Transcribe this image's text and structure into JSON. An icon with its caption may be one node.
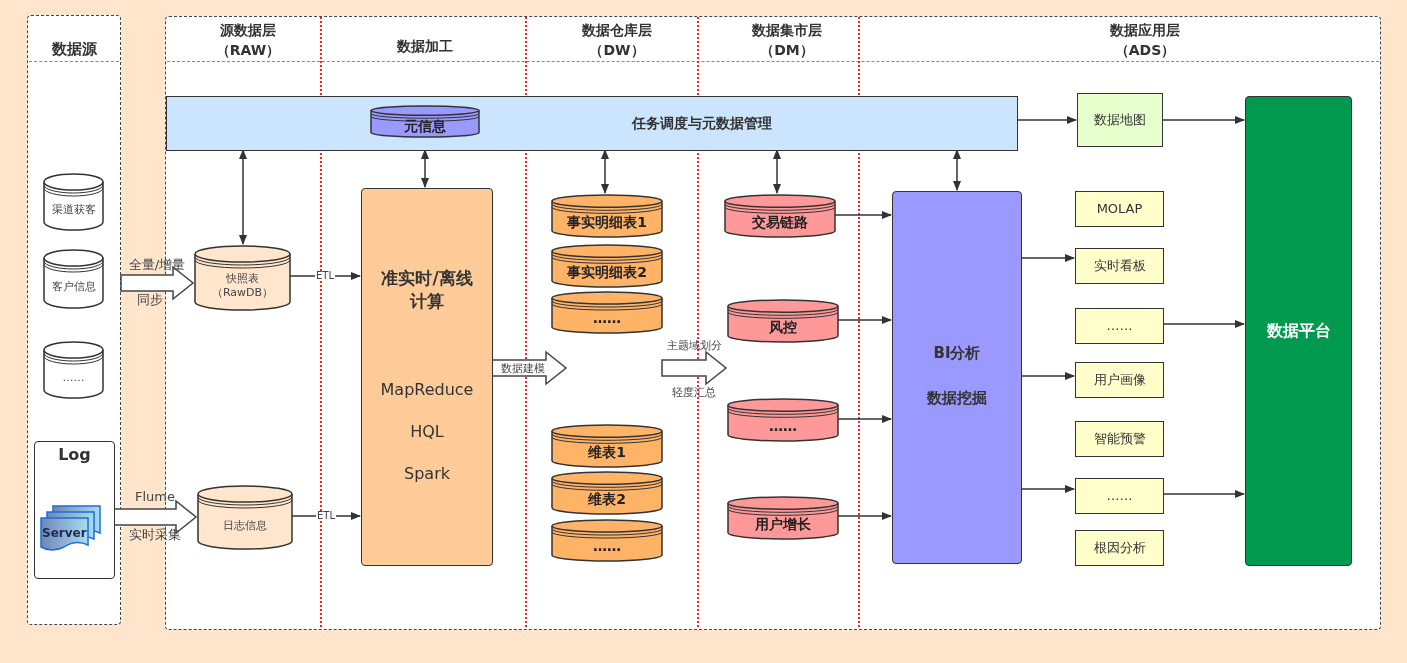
{
  "diagram": {
    "nodes": [
      {
        "text": [
          "数据源"
        ]
      },
      {
        "text": [],
        "shape": "box"
      },
      {
        "text": [
          "任务调度与元数据管理"
        ],
        "in": 1
      },
      {
        "text": [
          "元信息"
        ],
        "in": 2
      },
      {
        "text": [
          "渠道获客"
        ],
        "in": 0
      },
      {
        "text": [
          "客户信息"
        ],
        "in": 0
      },
      {
        "text": [
          "……"
        ],
        "in": 0
      },
      {
        "text": [
          "Log"
        ],
        "in": 0
      },
      {
        "text": [
          "Server"
        ],
        "in": 7
      },
      {
        "text": [
          "快照表（RawDB）"
        ],
        "in": 1
      },
      {
        "text": [
          "日志信息"
        ],
        "in": 1
      },
      {
        "text": [
          "准实时/离线计算",
          "MapReduce",
          "HQL",
          "Spark"
        ],
        "in": 1
      },
      {
        "text": [
          "事实明细表1"
        ],
        "in": 1
      },
      {
        "text": [
          "事实明细表2"
        ],
        "in": 1
      },
      {
        "text": [
          "……"
        ],
        "in": 1
      },
      {
        "text": [
          "维表1"
        ],
        "in": 1
      },
      {
        "text": [
          "维表2"
        ],
        "in": 1
      },
      {
        "text": [
          "……"
        ],
        "in": 1
      },
      {
        "text": [
          "交易链路"
        ],
        "in": 1
      },
      {
        "text": [
          "风控"
        ],
        "in": 1
      },
      {
        "text": [
          "……"
        ],
        "in": 1
      },
      {
        "text": [
          "用户增长"
        ],
        "in": 1
      },
      {
        "text": [
          "BI分析",
          "数据挖掘"
        ],
        "in": 1
      },
      {
        "text": [
          "数据地图"
        ],
        "in": 1
      },
      {
        "text": [
          "MOLAP"
        ],
        "in": 1
      },
      {
        "text": [
          "实时看板"
        ],
        "in": 1
      },
      {
        "text": [
          "……"
        ],
        "in": 1
      },
      {
        "text": [
          "用户画像"
        ],
        "in": 1
      },
      {
        "text": [
          "智能预警"
        ],
        "in": 1
      },
      {
        "text": [
          "……"
        ],
        "in": 1
      },
      {
        "text": [
          "根因分析"
        ],
        "in": 1
      },
      {
        "text": [
          "数据平台"
        ],
        "in": 1
      }
    ],
    "edges": [
      {
        "from": 0,
        "to": 9,
        "arrow": "to",
        "label": "全量/增量",
        "style": "thick"
      },
      {
        "from": 7,
        "to": 10,
        "arrow": "to",
        "label": "Flume",
        "style": "thick"
      },
      {
        "from": 9,
        "to": 11,
        "arrow": "to",
        "label": "ETL"
      },
      {
        "from": 10,
        "to": 11,
        "arrow": "to",
        "label": "ETL"
      },
      {
        "from": 11,
        "to": null,
        "arrow": "to",
        "label": "数据建模",
        "style": "thick"
      },
      {
        "from": 2,
        "to": 9,
        "arrow": "both"
      },
      {
        "from": 2,
        "to": 11,
        "arrow": "both"
      },
      {
        "from": 2,
        "to": 12,
        "arrow": "both"
      },
      {
        "from": 2,
        "to": 18,
        "arrow": "both"
      },
      {
        "from": 2,
        "to": 22,
        "arrow": "both"
      },
      {
        "from": 2,
        "to": 23,
        "arrow": "to"
      },
      {
        "from": 23,
        "to": 31,
        "arrow": "to"
      },
      {
        "from": 18,
        "to": 22,
        "arrow": "to"
      },
      {
        "from": 19,
        "to": 22,
        "arrow": "to"
      },
      {
        "from": 20,
        "to": 22,
        "arrow": "to"
      },
      {
        "from": 21,
        "to": 22,
        "arrow": "to"
      },
      {
        "from": 22,
        "to": 25,
        "arrow": "to"
      },
      {
        "from": 22,
        "to": 27,
        "arrow": "to"
      },
      {
        "from": 22,
        "to": 29,
        "arrow": "to"
      },
      {
        "from": 26,
        "to": 31,
        "arrow": "to"
      },
      {
        "from": 29,
        "to": 31,
        "arrow": "to"
      },
      {
        "from": 14,
        "to": 19,
        "arrow": "to",
        "label": "主题域划分",
        "style": "thick"
      }
    ],
    "labels": [
      "源数据层（RAW）",
      "数据加工",
      "数据仓库层（DW）",
      "数据集市层（DM）",
      "数据应用层（ADS）",
      "同步",
      "实时采集",
      "轻度汇总"
    ]
  }
}
